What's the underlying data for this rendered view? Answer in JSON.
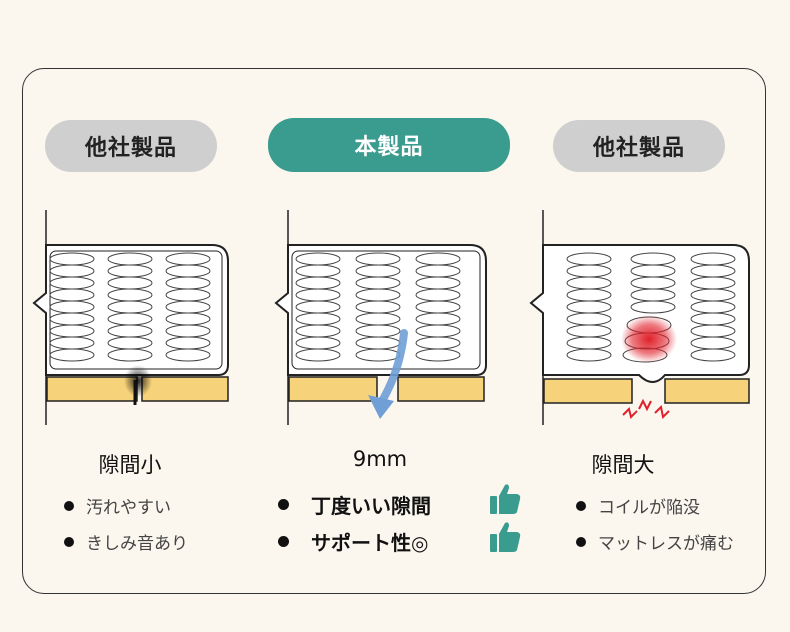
{
  "columns": {
    "left": {
      "label": "他社製品",
      "caption": "隙間小",
      "points": [
        "汚れやすい",
        "きしみ音あり"
      ]
    },
    "center": {
      "label": "本製品",
      "caption": "9mm",
      "points": [
        "丁度いい隙間",
        "サポート性◎"
      ]
    },
    "right": {
      "label": "他社製品",
      "caption": "隙間大",
      "points": [
        "コイルが陥没",
        "マットレスが痛む"
      ]
    }
  },
  "icons": {
    "thumbs_up": "thumbs-up-icon",
    "down_arrow": "down-arrow-icon",
    "pain_burst": "pain-burst-icon"
  },
  "colors": {
    "accent_teal": "#3a9b8f",
    "pill_gray": "#cfcfcf",
    "board_yellow": "#f6d27a",
    "arrow_blue": "#6f9fd6",
    "pain_red": "#e0202a"
  }
}
